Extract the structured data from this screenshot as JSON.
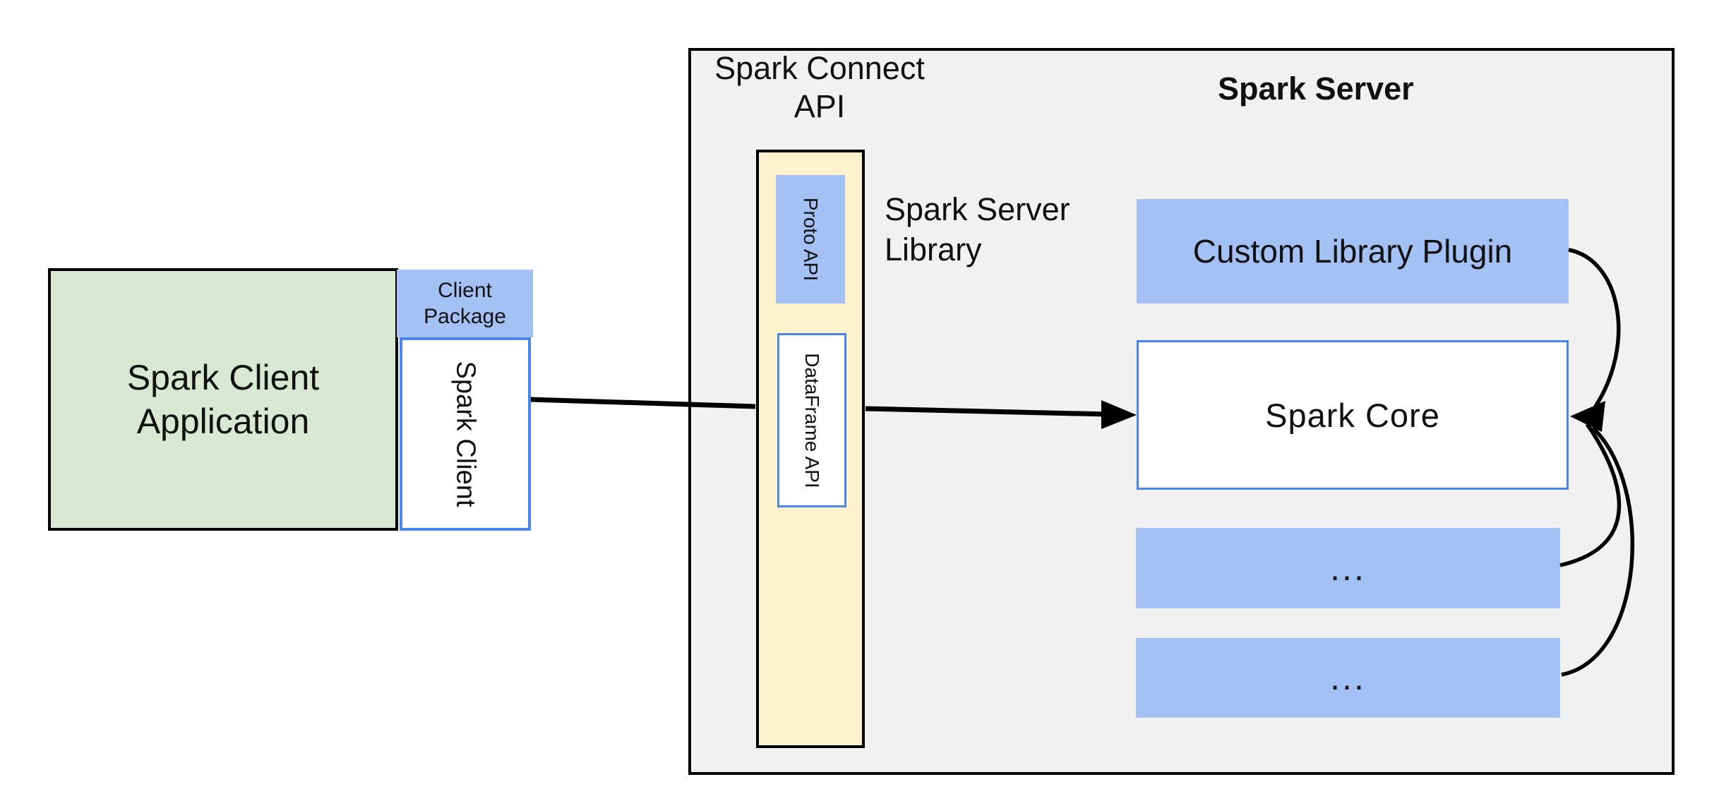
{
  "colors": {
    "background": "#ffffff",
    "server_panel_fill": "#f1f1f2",
    "client_app_fill": "#d9e8d2",
    "accent_blue_fill": "#a3c1f4",
    "accent_blue_border": "#4a86e8",
    "library_fill": "#fdf2cd",
    "line_black": "#000000"
  },
  "labels": {
    "spark_connect_api": {
      "line1": "Spark Connect",
      "line2": "API"
    },
    "spark_server_title": "Spark Server",
    "spark_server_library": {
      "line1": "Spark Server",
      "line2": "Library"
    },
    "client_app": {
      "line1": "Spark Client",
      "line2": "Application"
    },
    "client_package": {
      "line1": "Client",
      "line2": "Package"
    },
    "spark_client": "Spark Client",
    "proto_api": "Proto API",
    "dataframe_api": "DataFrame API",
    "custom_library_plugin": "Custom Library Plugin",
    "spark_core": "Spark Core",
    "plugin_slot_1": "...",
    "plugin_slot_2": "..."
  }
}
